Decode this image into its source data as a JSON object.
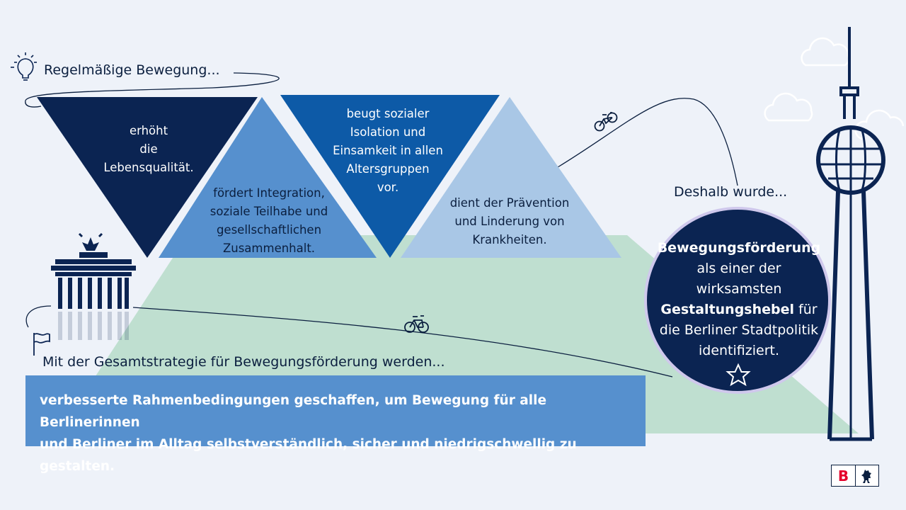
{
  "header": {
    "intro_heading": "Regelmäßige Bewegung...",
    "bottom_heading": "Mit der Gesamtstrategie für Bewegungsförderung werden...",
    "right_heading": "Deshalb wurde..."
  },
  "benefits": [
    {
      "id": "t1",
      "lines": [
        "erhöht",
        "die",
        "Lebensqualität."
      ]
    },
    {
      "id": "t2",
      "lines": [
        "fördert Integration,",
        "soziale Teilhabe und",
        "gesellschaftlichen",
        "Zusammenhalt."
      ]
    },
    {
      "id": "t3",
      "lines": [
        "beugt sozialer",
        "Isolation und",
        "Einsamkeit in allen",
        "Altersgruppen",
        "vor."
      ]
    },
    {
      "id": "t4",
      "lines": [
        "dient der Prävention",
        "und Linderung von",
        "Krankheiten."
      ]
    }
  ],
  "banner": {
    "line1": "verbesserte Rahmenbedingungen geschaffen, um Bewegung für alle Berlinerinnen",
    "line2": "und Berliner im Alltag selbstverständlich, sicher und niedrigschwellig zu gestalten."
  },
  "circle": {
    "bold1": "Bewegungsförderung",
    "text1": "als einer der",
    "text2": "wirksamsten",
    "bold2": "Gestaltungshebel",
    "text3": " für",
    "text4": "die Berliner Stadtpolitik",
    "text5": "identifiziert."
  },
  "logo": {
    "letter": "B"
  },
  "icons": [
    "lightbulb-icon",
    "flag-icon",
    "bicycle-icon",
    "star-icon",
    "cloud-icon",
    "brandenburg-gate-icon",
    "tv-tower-icon",
    "berlin-bear-icon"
  ],
  "colors": {
    "background": "#eef2f9",
    "dark_navy": "#0b2452",
    "mid_blue": "#5690ce",
    "royal_blue": "#0d5aa7",
    "light_blue": "#a9c7e6",
    "green": "#bfdfd0",
    "logo_red": "#e4002b"
  }
}
